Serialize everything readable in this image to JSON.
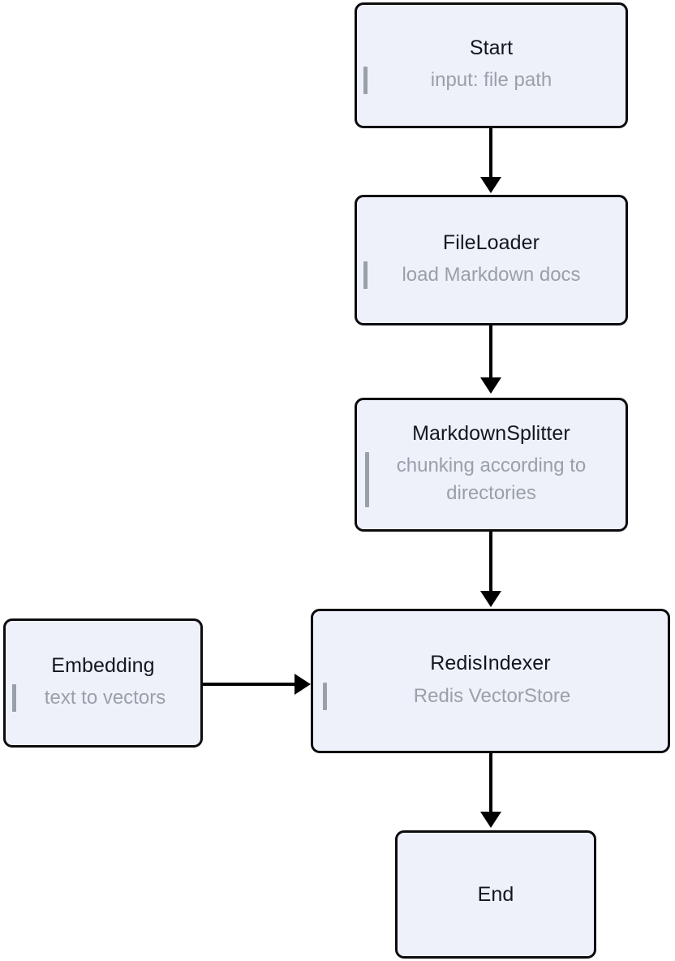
{
  "diagram": {
    "type": "flowchart",
    "direction": "top-to-bottom",
    "background_color": "#ffffff",
    "node_fill_color": "#eef1fa",
    "node_border_color": "#0c0c0f",
    "title_text_color": "#13161f",
    "subtitle_text_color": "#9aa0a8",
    "edge_color": "#000000",
    "nodes": [
      {
        "id": "start",
        "title": "Start",
        "subtitle": "input: file path"
      },
      {
        "id": "fileloader",
        "title": "FileLoader",
        "subtitle": "load Markdown docs"
      },
      {
        "id": "splitter",
        "title": "MarkdownSplitter",
        "subtitle": "chunking according to directories"
      },
      {
        "id": "redis",
        "title": "RedisIndexer",
        "subtitle": "Redis VectorStore"
      },
      {
        "id": "embedding",
        "title": "Embedding",
        "subtitle": "text to vectors"
      },
      {
        "id": "end",
        "title": "End",
        "subtitle": ""
      }
    ],
    "edges": [
      {
        "from": "start",
        "to": "fileloader",
        "orientation": "vertical"
      },
      {
        "from": "fileloader",
        "to": "splitter",
        "orientation": "vertical"
      },
      {
        "from": "splitter",
        "to": "redis",
        "orientation": "vertical"
      },
      {
        "from": "embedding",
        "to": "redis",
        "orientation": "horizontal"
      },
      {
        "from": "redis",
        "to": "end",
        "orientation": "vertical"
      }
    ]
  }
}
